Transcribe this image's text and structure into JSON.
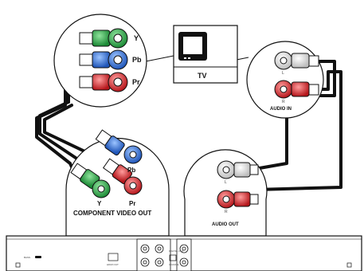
{
  "tv": {
    "label": "TV"
  },
  "component_in": {
    "y": "Y",
    "pb": "Pb",
    "pr": "Pr"
  },
  "audio_in": {
    "l": "L",
    "r": "R",
    "title": "AUDIO IN"
  },
  "component_out": {
    "pb": "Pb",
    "y": "Y",
    "pr": "Pr",
    "title": "COMPONENT VIDEO OUT"
  },
  "audio_out": {
    "l": "L",
    "r": "R",
    "title": "AUDIO OUT"
  },
  "player_panel": {
    "left_label": "BASS",
    "hdmi_label": "HDMI OUT",
    "digital_label": "DIGITAL OUT",
    "coaxial_label": "COAXIAL"
  },
  "colors": {
    "green": "#2ea84a",
    "blue": "#2f6fd1",
    "red": "#d7262b",
    "white": "#f4f4f4",
    "cable": "#111111"
  }
}
